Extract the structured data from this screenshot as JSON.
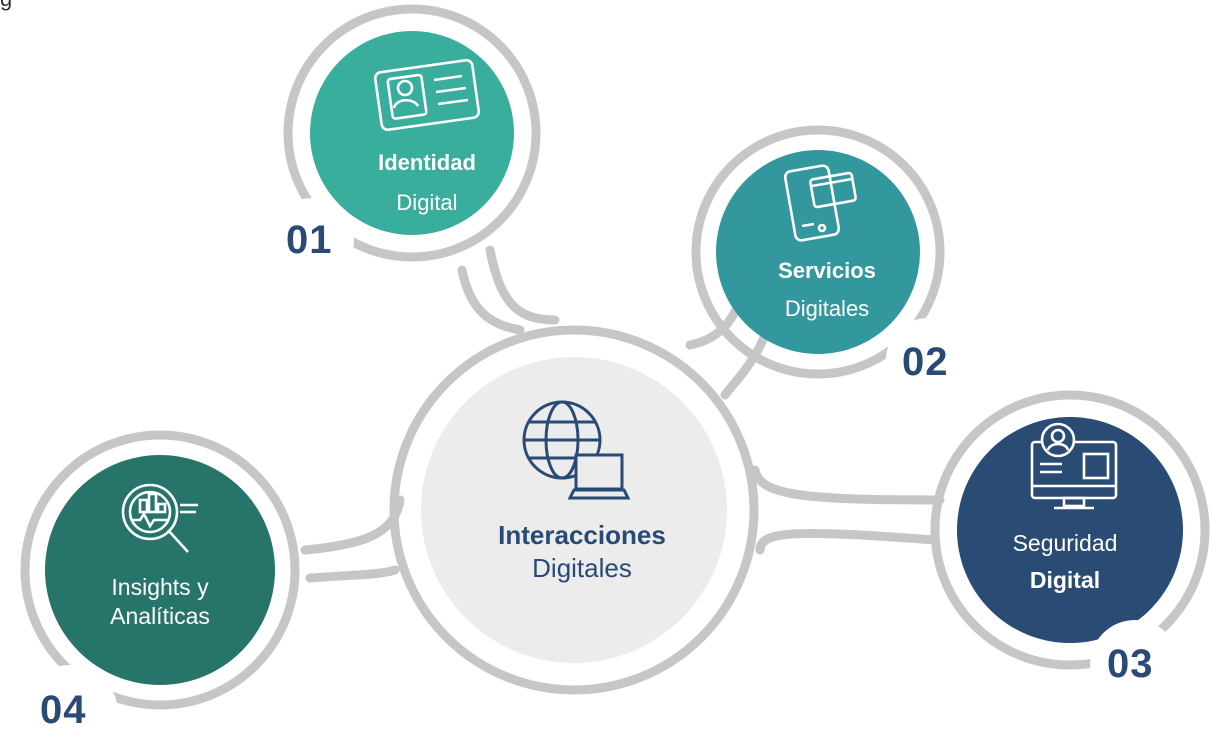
{
  "header_fragment": "g",
  "colors": {
    "ring": "#c6c6c6",
    "center_fill": "#ececec",
    "identidad": "#3aae9c",
    "servicios": "#33979e",
    "seguridad": "#2a4b74",
    "insights": "#26746a",
    "number": "#2a4a76",
    "center_text": "#2a4a76"
  },
  "center": {
    "icon": "globe-laptop-icon",
    "line1": "Interacciones",
    "line2": "Digitales"
  },
  "nodes": [
    {
      "id": "identidad",
      "number": "01",
      "icon": "id-card-icon",
      "line1": "Identidad",
      "line2": "Digital"
    },
    {
      "id": "servicios",
      "number": "02",
      "icon": "mobile-card-icon",
      "line1": "Servicios",
      "line2": "Digitales"
    },
    {
      "id": "seguridad",
      "number": "03",
      "icon": "user-monitor-icon",
      "line1": "Seguridad",
      "line2": "Digital"
    },
    {
      "id": "insights",
      "number": "04",
      "icon": "analytics-magnifier-icon",
      "line1": "Insights y",
      "line2": "Analíticas"
    }
  ]
}
